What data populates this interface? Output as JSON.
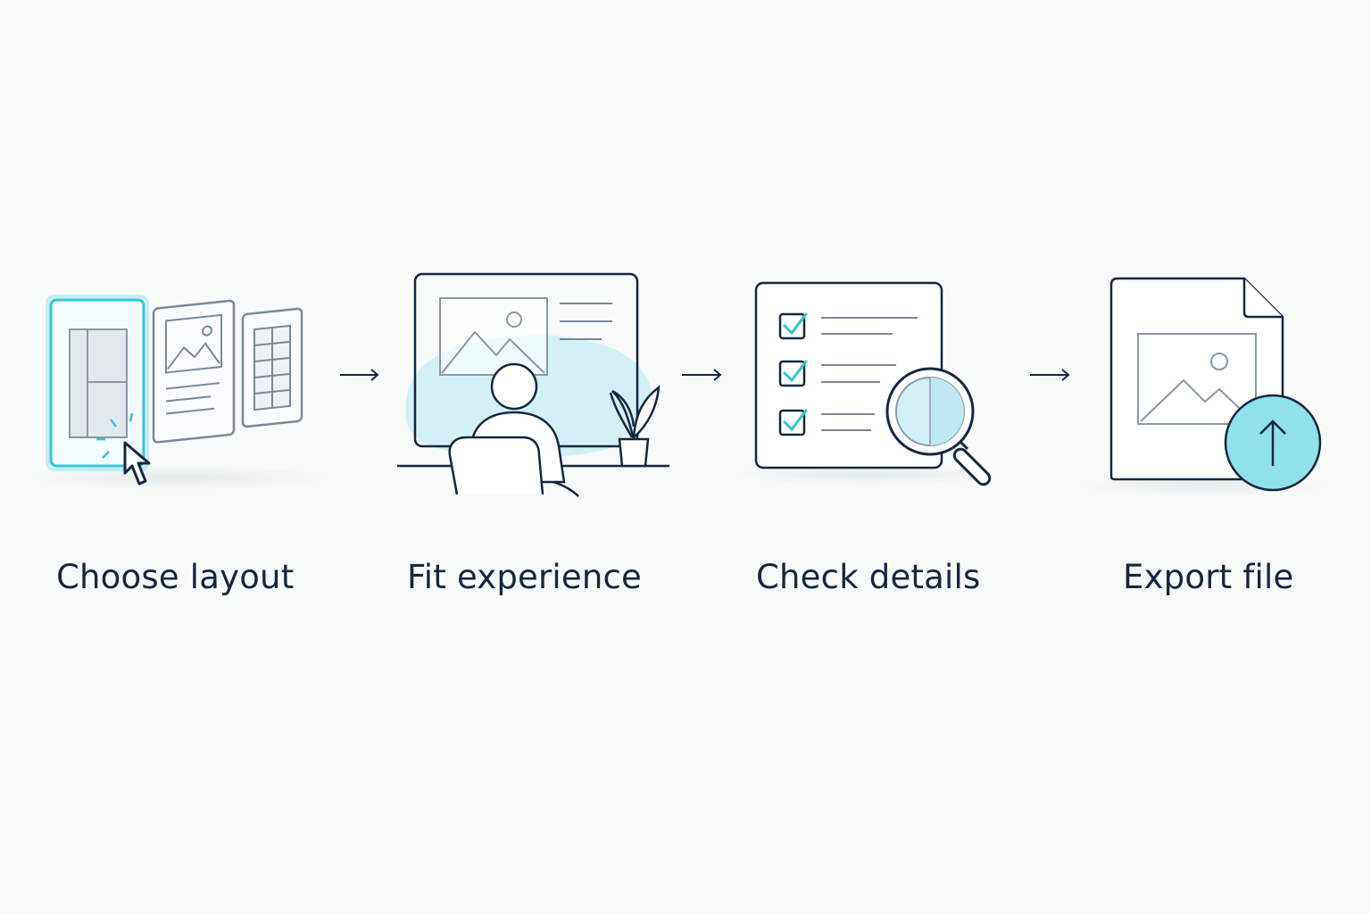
{
  "steps": [
    {
      "label": "Choose layout",
      "icon": "layout-templates-icon"
    },
    {
      "label": "Fit experience",
      "icon": "person-at-screen-icon"
    },
    {
      "label": "Check details",
      "icon": "checklist-magnifier-icon"
    },
    {
      "label": "Export file",
      "icon": "file-upload-icon"
    }
  ],
  "connectors": [
    "arrow-right-icon",
    "arrow-right-icon",
    "arrow-right-icon"
  ],
  "colors": {
    "background": "#f8f9f9",
    "ink": "#15263f",
    "accent": "#2fc6d8",
    "accent_fill": "#8fe1ea",
    "soft_fill": "#d8f2f5",
    "muted": "#7a8899"
  }
}
